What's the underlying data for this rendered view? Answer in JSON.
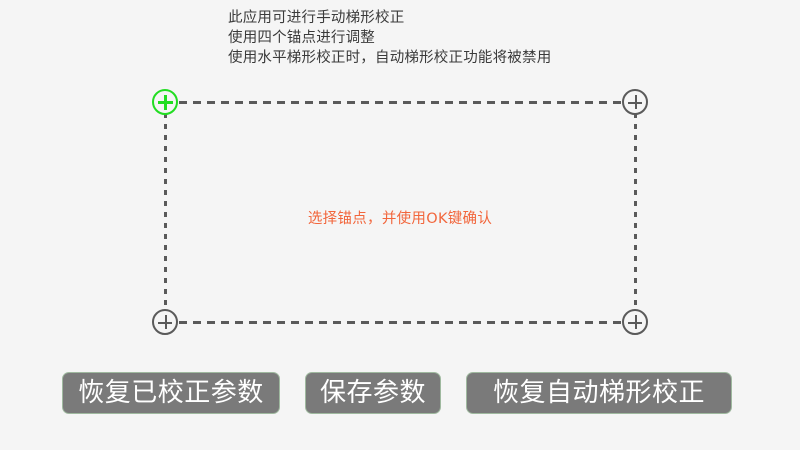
{
  "screen": {
    "background_color": "#f5f5f5",
    "accent_green": "#22dd22",
    "hint_color": "#f2663c",
    "button_bg": "#7a7a7a",
    "line_color": "#5a5a5a"
  },
  "instructions": {
    "line1": "此应用可进行手动梯形校正",
    "line2": "使用四个锚点进行调整",
    "line3": "使用水平梯形校正时，自动梯形校正功能将被禁用"
  },
  "adjust_frame": {
    "center_hint": "选择锚点，并使用OK键确认",
    "anchors": [
      {
        "id": "top-left",
        "icon": "plus-circle-icon",
        "selected": true
      },
      {
        "id": "top-right",
        "icon": "plus-circle-icon",
        "selected": false
      },
      {
        "id": "bottom-left",
        "icon": "plus-circle-icon",
        "selected": false
      },
      {
        "id": "bottom-right",
        "icon": "plus-circle-icon",
        "selected": false
      }
    ]
  },
  "buttons": {
    "restore_corrected": "恢复已校正参数",
    "save_params": "保存参数",
    "restore_auto": "恢复自动梯形校正"
  }
}
